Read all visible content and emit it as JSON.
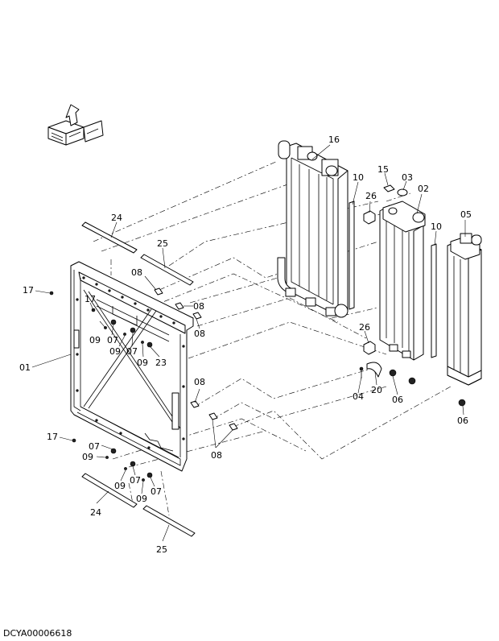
{
  "figure_id": "DCYA00006618",
  "colors": {
    "line": "#000000",
    "background": "#ffffff"
  },
  "orientation_icon": {
    "name": "direction-indicator-icon"
  },
  "callouts": [
    {
      "id": "c16",
      "label": "16"
    },
    {
      "id": "c10a",
      "label": "10"
    },
    {
      "id": "c15",
      "label": "15"
    },
    {
      "id": "c03",
      "label": "03"
    },
    {
      "id": "c02",
      "label": "02"
    },
    {
      "id": "c26a",
      "label": "26"
    },
    {
      "id": "c10b",
      "label": "10"
    },
    {
      "id": "c05",
      "label": "05"
    },
    {
      "id": "c24a",
      "label": "24"
    },
    {
      "id": "c25a",
      "label": "25"
    },
    {
      "id": "c17a",
      "label": "17"
    },
    {
      "id": "c08a",
      "label": "08"
    },
    {
      "id": "c17b",
      "label": "17"
    },
    {
      "id": "c08b",
      "label": "08"
    },
    {
      "id": "c08c",
      "label": "08"
    },
    {
      "id": "c09a",
      "label": "09"
    },
    {
      "id": "c07a",
      "label": "07"
    },
    {
      "id": "c09b",
      "label": "09"
    },
    {
      "id": "c07b",
      "label": "07"
    },
    {
      "id": "c09c",
      "label": "09"
    },
    {
      "id": "c23",
      "label": "23"
    },
    {
      "id": "c01",
      "label": "01"
    },
    {
      "id": "c26b",
      "label": "26"
    },
    {
      "id": "c04",
      "label": "04"
    },
    {
      "id": "c20",
      "label": "20"
    },
    {
      "id": "c06a",
      "label": "06"
    },
    {
      "id": "c06b",
      "label": "06"
    },
    {
      "id": "c08d",
      "label": "08"
    },
    {
      "id": "c08e",
      "label": "08"
    },
    {
      "id": "c17c",
      "label": "17"
    },
    {
      "id": "c07c",
      "label": "07"
    },
    {
      "id": "c09d",
      "label": "09"
    },
    {
      "id": "c09e",
      "label": "09"
    },
    {
      "id": "c07d",
      "label": "07"
    },
    {
      "id": "c09f",
      "label": "09"
    },
    {
      "id": "c07e",
      "label": "07"
    },
    {
      "id": "c24b",
      "label": "24"
    },
    {
      "id": "c25b",
      "label": "25"
    }
  ]
}
